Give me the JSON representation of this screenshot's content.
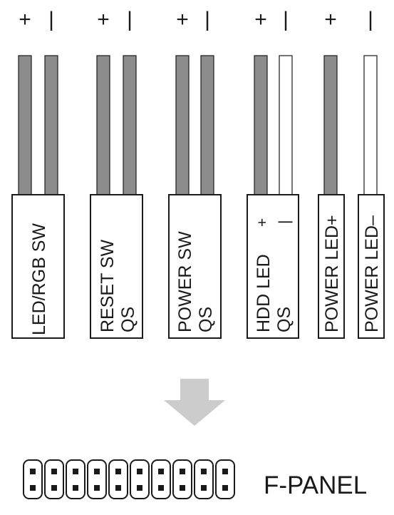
{
  "polarity": {
    "plus": "+",
    "minus": "|",
    "minus_dash": "–"
  },
  "connectors": [
    {
      "label_line1": "LED/RGB SW",
      "label_line2": "",
      "wires": [
        "#8c8c8c",
        "#8c8c8c"
      ]
    },
    {
      "label_line1": "RESET SW",
      "label_line2": "QS",
      "wires": [
        "#8c8c8c",
        "#8c8c8c"
      ]
    },
    {
      "label_line1": "POWER SW",
      "label_line2": "QS",
      "wires": [
        "#8c8c8c",
        "#8c8c8c"
      ]
    },
    {
      "label_line1": "HDD LED",
      "label_line2": "QS",
      "inner_plus": "+",
      "inner_minus": "|",
      "wires": [
        "#8c8c8c",
        "#ffffff"
      ]
    },
    {
      "label_line1": "POWER LED+",
      "label_line2": "",
      "wires": [
        "#8c8c8c"
      ]
    },
    {
      "label_line1": "POWER LED–",
      "label_line2": "",
      "wires": [
        "#ffffff"
      ]
    }
  ],
  "arrow": {
    "icon": "arrow-down-icon",
    "color": "#cccccc"
  },
  "header": {
    "columns": 10,
    "rows": 2,
    "pin_color": "#1a1a1a"
  },
  "f_panel_label": "F-PANEL",
  "colors": {
    "wire_gray": "#8c8c8c",
    "outline": "#1a1a1a",
    "arrow": "#cccccc"
  }
}
